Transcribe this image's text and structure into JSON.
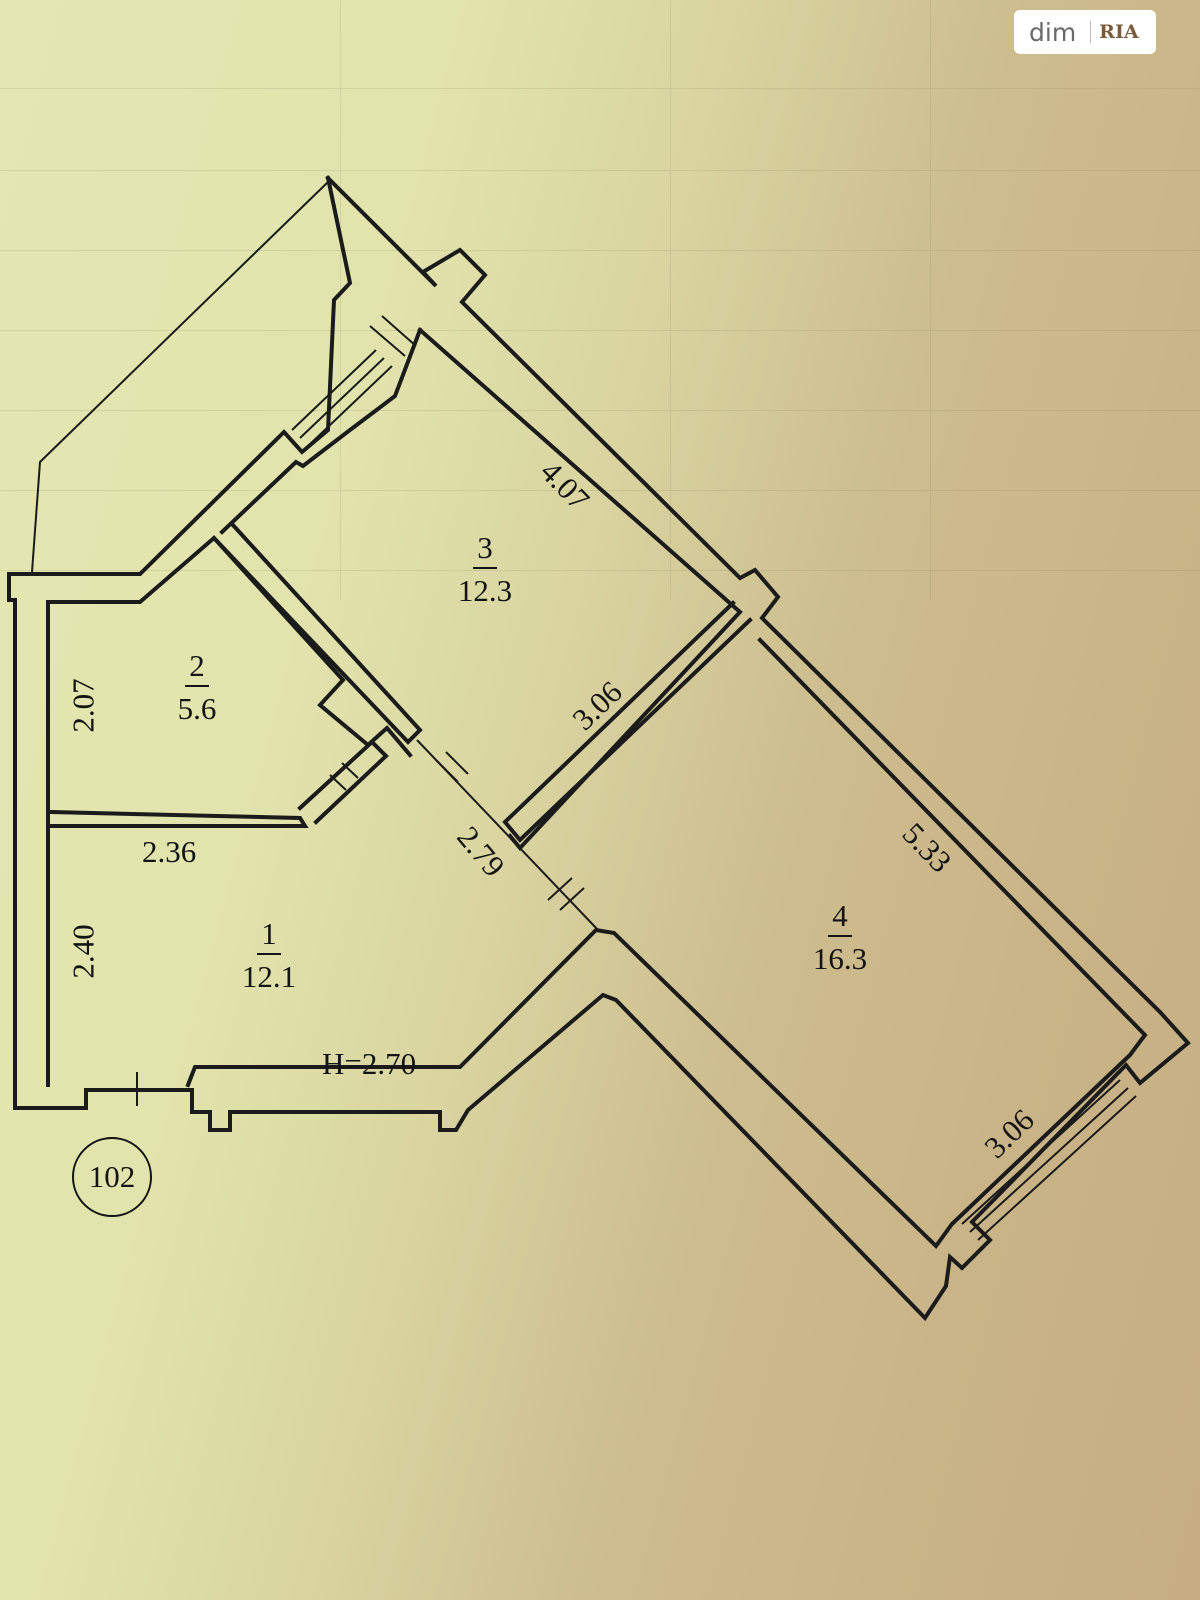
{
  "brand": {
    "dim": "dim",
    "ria": "RIA"
  },
  "plan": {
    "apartment_number": "102",
    "ceiling_height": "H=2.70",
    "rooms": [
      {
        "number": "1",
        "area": "12.1"
      },
      {
        "number": "2",
        "area": "5.6"
      },
      {
        "number": "3",
        "area": "12.3"
      },
      {
        "number": "4",
        "area": "16.3"
      }
    ],
    "dimensions": {
      "room3_long": "4.07",
      "room3_short": "3.06",
      "room4_long": "5.33",
      "room4_window": "3.06",
      "room2_height": "2.07",
      "room2_width": "2.36",
      "room1_height": "2.40",
      "corridor": "2.79"
    }
  },
  "colors": {
    "paper_light": "#e4e7b2",
    "paper_dark": "#c6ae82",
    "ink": "#1b1b1b"
  }
}
